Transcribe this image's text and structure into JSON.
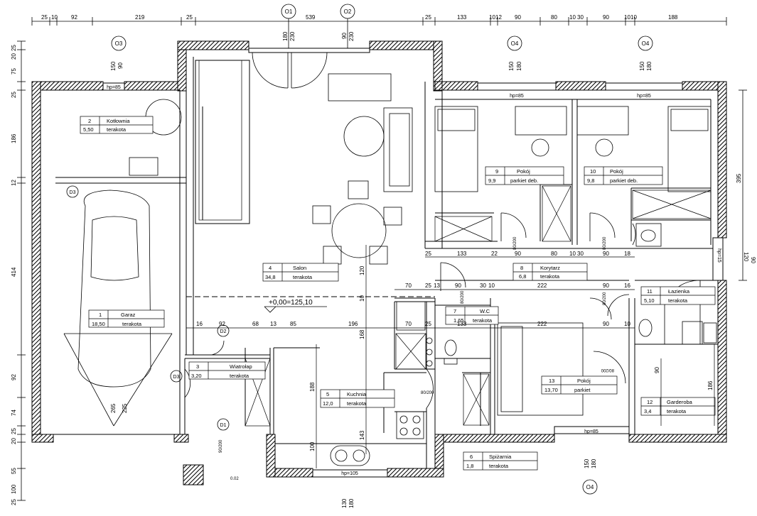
{
  "top_dims": [
    "25",
    "10",
    "92",
    "219",
    "25",
    "539",
    "25",
    "133",
    "10",
    "12",
    "90",
    "80",
    "10",
    "30",
    "90",
    "10",
    "10",
    "188"
  ],
  "axes": {
    "o1": "O1",
    "o2": "O2",
    "o3": "O3",
    "o4a": "O4",
    "o4b": "O4",
    "o4c": "O4",
    "d1": "D1",
    "d2": "D2",
    "d3a": "D3",
    "d3b": "D3"
  },
  "rooms": [
    {
      "num": "1",
      "name": "Garaz",
      "area": "18,50",
      "floor": "terakota"
    },
    {
      "num": "2",
      "name": "Kotłownia",
      "area": "5,50",
      "floor": "terakota"
    },
    {
      "num": "3",
      "name": "Wiatrołap",
      "area": "3,20",
      "floor": "terakota"
    },
    {
      "num": "4",
      "name": "Salon",
      "area": "34,8",
      "floor": "terakota"
    },
    {
      "num": "5",
      "name": "Kuchnia",
      "area": "12,0",
      "floor": "terakota"
    },
    {
      "num": "6",
      "name": "Spiżarnia",
      "area": "1,8",
      "floor": "terakota"
    },
    {
      "num": "7",
      "name": "W.C",
      "area": "1,65",
      "floor": "terakota"
    },
    {
      "num": "8",
      "name": "Korytarz",
      "area": "6,8",
      "floor": "terakota"
    },
    {
      "num": "9",
      "name": "Pokój",
      "area": "9,9",
      "floor": "parkiet deb."
    },
    {
      "num": "10",
      "name": "Pokój",
      "area": "9,8",
      "floor": "parkiet deb."
    },
    {
      "num": "11",
      "name": "Łazienka",
      "area": "5,10",
      "floor": "terakota"
    },
    {
      "num": "12",
      "name": "Garderoba",
      "area": "3,4",
      "floor": "terakota"
    },
    {
      "num": "13",
      "name": "Pokój",
      "area": "13,70",
      "floor": "parkiet"
    }
  ],
  "level": "+0,00=125,10",
  "windows": {
    "w1": "hp=85",
    "w2": "hp=85",
    "w3": "hp=85",
    "w4": "hp=85",
    "w5": "hp=105",
    "w6": "hp=15"
  },
  "left_dims": [
    "25",
    "20",
    "75",
    "25",
    "186",
    "12",
    "414",
    "92",
    "74",
    "20",
    "25",
    "55",
    "100",
    "25"
  ],
  "right_dims": [
    "395",
    "120",
    "90"
  ],
  "inner_dims": {
    "a25": "25",
    "a133": "133",
    "a22": "22",
    "a90": "90",
    "a80": "80",
    "a10": "10",
    "a30": "30",
    "a90b": "90",
    "a18": "18",
    "b70": "70",
    "b25": "25",
    "b13": "13",
    "b90": "90",
    "b30": "30",
    "b10": "10",
    "b222": "222",
    "b90b": "90",
    "b16": "16",
    "c16": "16",
    "c92": "92",
    "c68": "68",
    "c13": "13",
    "c85": "85",
    "c196": "196",
    "c70": "70",
    "c25": "25",
    "c133": "133",
    "c222": "222",
    "c90": "90",
    "c10": "10",
    "v120": "120",
    "v10": "10",
    "v168": "168",
    "v188": "188",
    "v143": "143",
    "v100": "100",
    "v90": "90",
    "v186": "186",
    "g265": "265",
    "g225": "225",
    "dr1": "80/200",
    "dr2": "80/200",
    "dr3": "80/200",
    "dr4": "80/200",
    "dr5": "80/200",
    "dr6": "90/200",
    "dr7": "80/200",
    "o180": "180",
    "o230": "230",
    "o90": "90",
    "o230b": "230",
    "o150a": "150",
    "o90a": "90",
    "o150b": "150",
    "o180b": "180",
    "o150c": "150",
    "o180c": "180",
    "o150d": "150",
    "o180d": "180",
    "o130": "130",
    "o180e": "180",
    "s002": "0.02"
  }
}
